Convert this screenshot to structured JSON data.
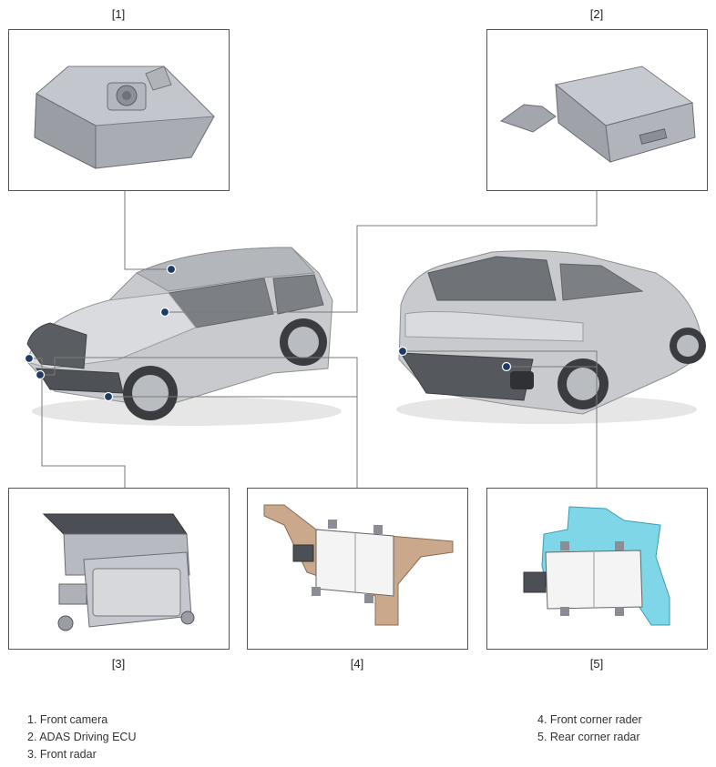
{
  "callouts": {
    "c1": "[1]",
    "c2": "[2]",
    "c3": "[3]",
    "c4": "[4]",
    "c5": "[5]"
  },
  "legend": {
    "left": [
      "1. Front camera",
      "2. ADAS Driving ECU",
      "3. Front radar"
    ],
    "right": [
      "4. Front corner rader",
      "5. Rear corner radar"
    ]
  },
  "colors": {
    "part_gray": "#b9bcc2",
    "bracket_tan": "#c9a88c",
    "bracket_cyan": "#7fd6e6",
    "sensor_face": "#f2f2f2",
    "pointer": "#1e3a66"
  }
}
